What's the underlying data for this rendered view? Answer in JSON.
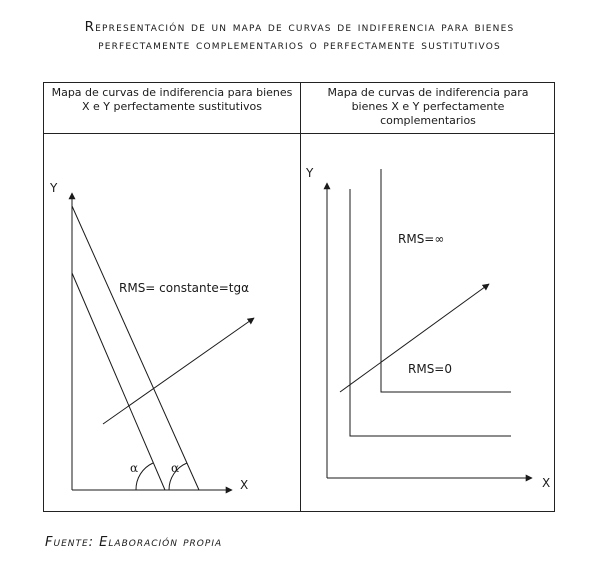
{
  "title": {
    "line1": "Representación de un mapa de curvas de indiferencia para bienes",
    "line2": "perfectamente complementarios o perfectamente sustitutivos"
  },
  "left_panel": {
    "header": "Mapa de curvas de indiferencia para bienes X e Y perfectamente sustitutivos",
    "y_label": "Y",
    "x_label": "X",
    "rms_label": "RMS= constante=tgα",
    "angle_label_1": "α",
    "angle_label_2": "α"
  },
  "right_panel": {
    "header": "Mapa de curvas de indiferencia para bienes X e Y perfectamente complementarios",
    "y_label": "Y",
    "x_label": "X",
    "rms_vertical_label": "RMS=∞",
    "rms_horizontal_label": "RMS=0"
  },
  "source": "Fuente: Elaboración propia"
}
